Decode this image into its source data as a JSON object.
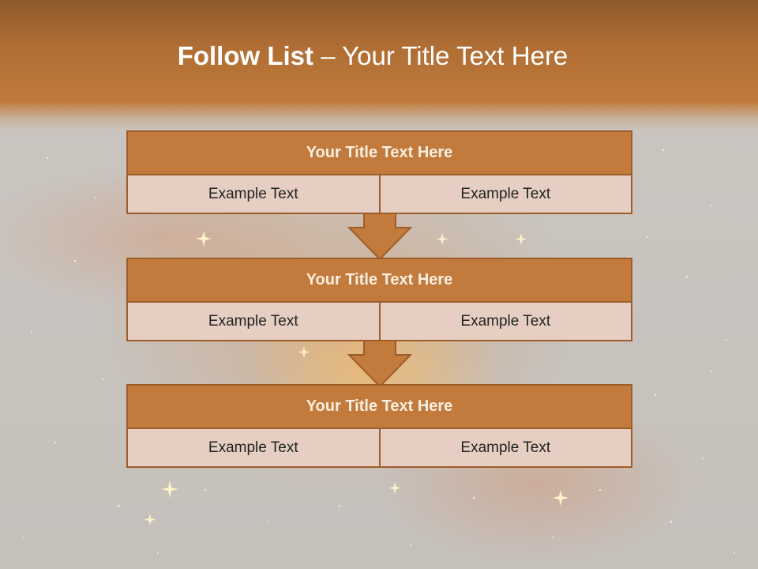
{
  "slide": {
    "title_bold": "Follow List",
    "title_rest": " – Your Title Text Here"
  },
  "steps": [
    {
      "title": "Your Title Text Here",
      "left": "Example Text",
      "right": "Example Text"
    },
    {
      "title": "Your Title Text Here",
      "left": "Example Text",
      "right": "Example Text"
    },
    {
      "title": "Your Title Text Here",
      "left": "Example Text",
      "right": "Example Text"
    }
  ],
  "colors": {
    "header": "#b06e34",
    "block_title": "#c27b3c",
    "block_border": "#9c5d2a",
    "cell_fill": "#e6cfc2",
    "background": "#c9c4bf"
  },
  "icons": {
    "arrow": "down-arrow-icon"
  }
}
